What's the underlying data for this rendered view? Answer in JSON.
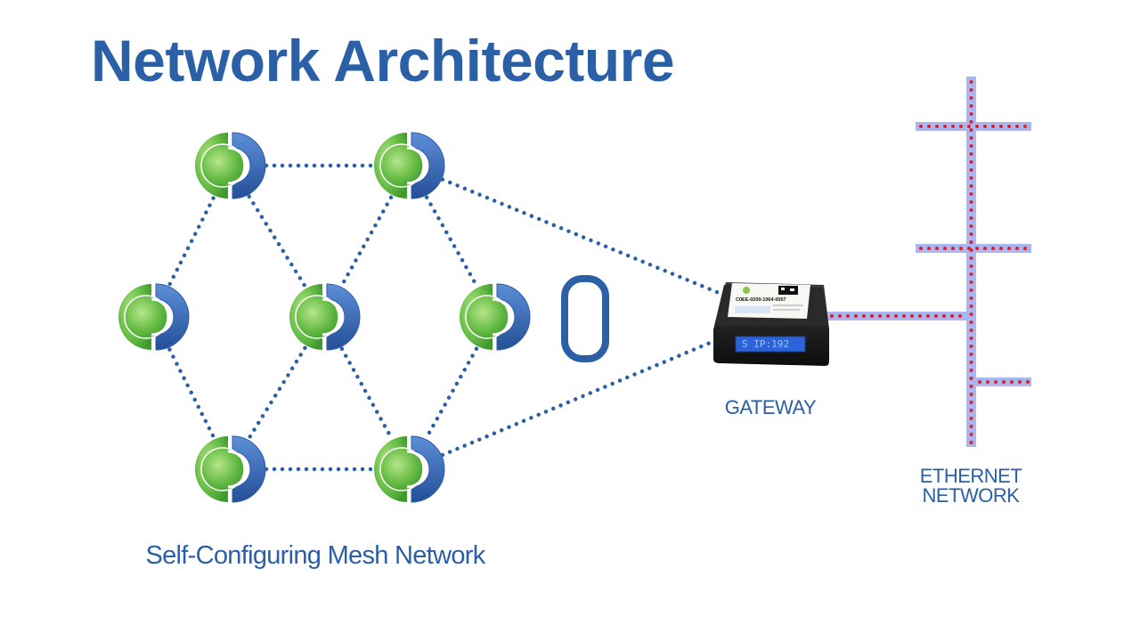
{
  "title": "Network Architecture",
  "mesh": {
    "label": "Self-Configuring Mesh Network",
    "nodes": [
      {
        "id": "n1"
      },
      {
        "id": "n2"
      },
      {
        "id": "n3"
      },
      {
        "id": "n4"
      },
      {
        "id": "n5"
      },
      {
        "id": "n6"
      },
      {
        "id": "n7"
      }
    ],
    "links": [
      [
        "n1",
        "n2"
      ],
      [
        "n1",
        "n3"
      ],
      [
        "n1",
        "n4"
      ],
      [
        "n2",
        "n4"
      ],
      [
        "n2",
        "n5"
      ],
      [
        "n3",
        "n6"
      ],
      [
        "n4",
        "n6"
      ],
      [
        "n4",
        "n7"
      ],
      [
        "n5",
        "n7"
      ],
      [
        "n6",
        "n7"
      ]
    ]
  },
  "gateway": {
    "label": "GATEWAY",
    "device_id": "C0EE-0200-1064-0057",
    "display_text": "S IP:192",
    "links_from": [
      "n2",
      "n7"
    ]
  },
  "ethernet": {
    "label_line1": "ETHERNET",
    "label_line2": "NETWORK"
  },
  "colors": {
    "brand_blue": "#2b5fa6",
    "node_green": "#6cc04a",
    "node_blue": "#2f5ea8",
    "link_dots": "#2b5fa6",
    "ethernet_band": "#a9b7ee",
    "ethernet_dots": "#e0202a",
    "lcd_bg": "#2c63d8",
    "lcd_text": "#9ec0ff"
  }
}
